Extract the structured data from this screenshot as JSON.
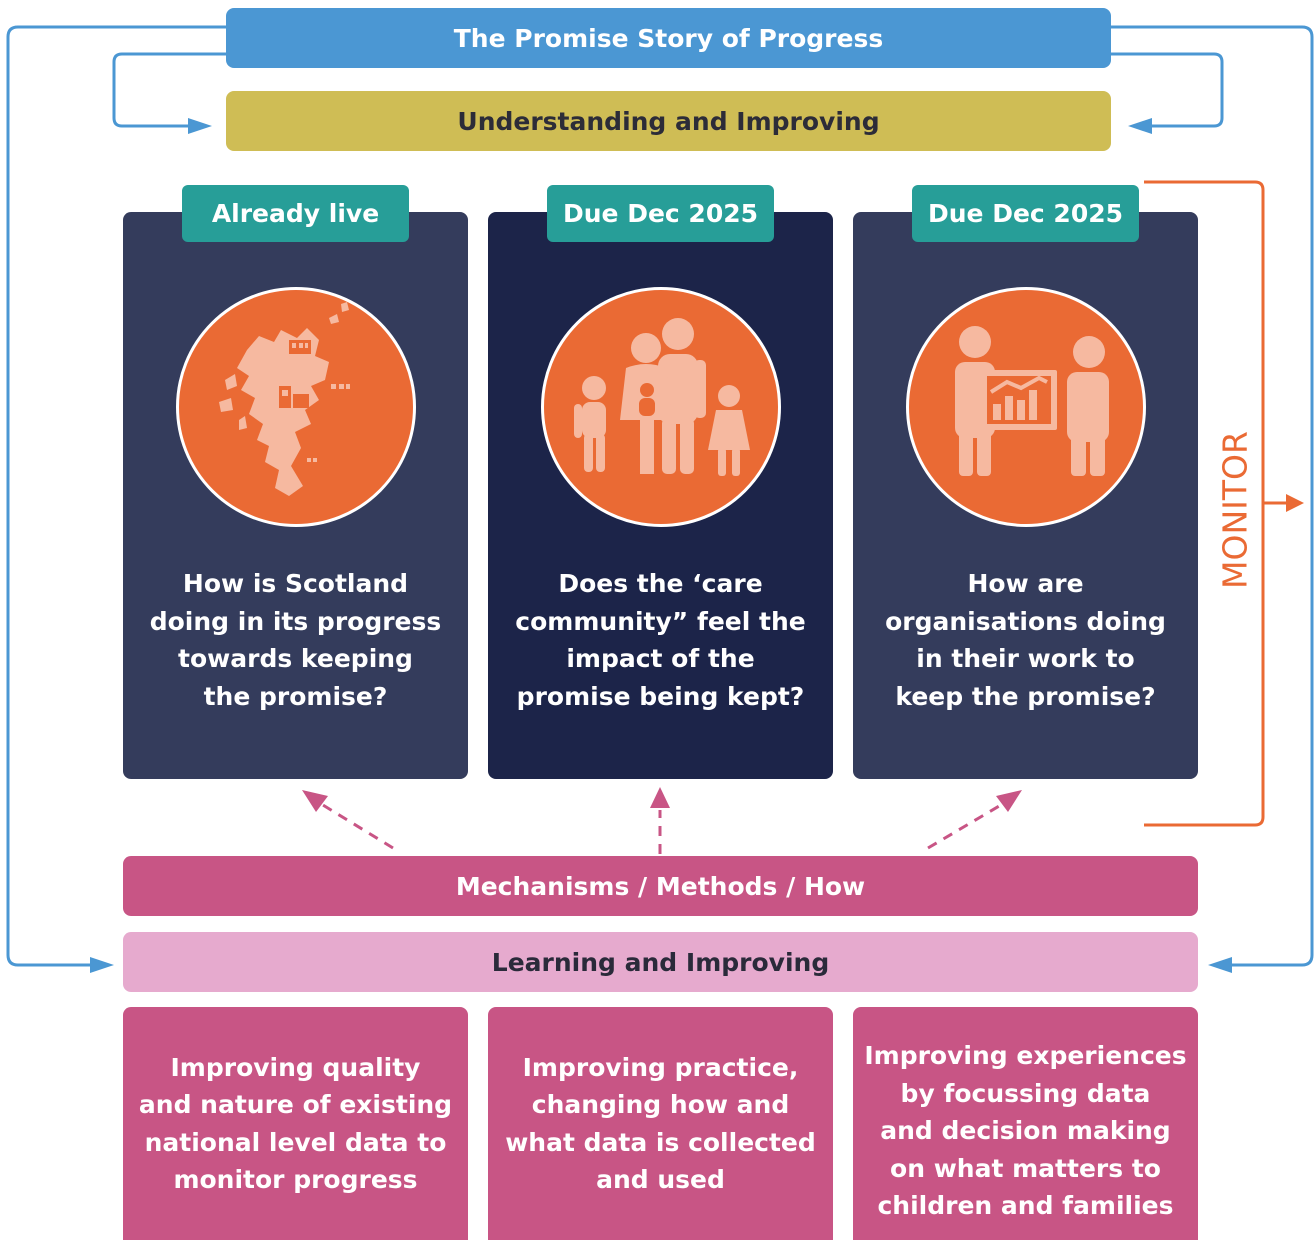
{
  "top_bar": {
    "label": "The Promise Story of Progress"
  },
  "understanding_bar": {
    "label": "Understanding and Improving"
  },
  "monitor_label": "MONITOR",
  "cards": [
    {
      "tag": "Already live",
      "icon": "scotland-map-icon",
      "question": "How is Scotland\ndoing in its progress\ntowards keeping\nthe promise?"
    },
    {
      "tag": "Due Dec 2025",
      "icon": "family-icon",
      "question": "Does the ‘care\ncommunity” feel the\nimpact of the\npromise being kept?"
    },
    {
      "tag": "Due Dec 2025",
      "icon": "presentation-chart-icon",
      "question": "How are\norganisations doing\nin their work to\nkeep the promise?"
    }
  ],
  "mechanisms_bar": {
    "label": "Mechanisms / Methods / How"
  },
  "learning_bar": {
    "label": "Learning and Improving"
  },
  "bottom_boxes": [
    {
      "text": "Improving quality\nand nature of existing\nnational level data to\nmonitor progress"
    },
    {
      "text": "Improving practice,\nchanging how and\nwhat data is collected\nand used"
    },
    {
      "text": "Improving experiences\nby focussing data\nand decision making\non what matters to\nchildren and families"
    }
  ],
  "colors": {
    "blue": "#4b97d3",
    "olive": "#cfbd55",
    "teal": "#279e98",
    "navy": "#343c5c",
    "navy_dark": "#1c2449",
    "orange": "#ea6a34",
    "magenta": "#c85585",
    "pink": "#e6aace"
  }
}
